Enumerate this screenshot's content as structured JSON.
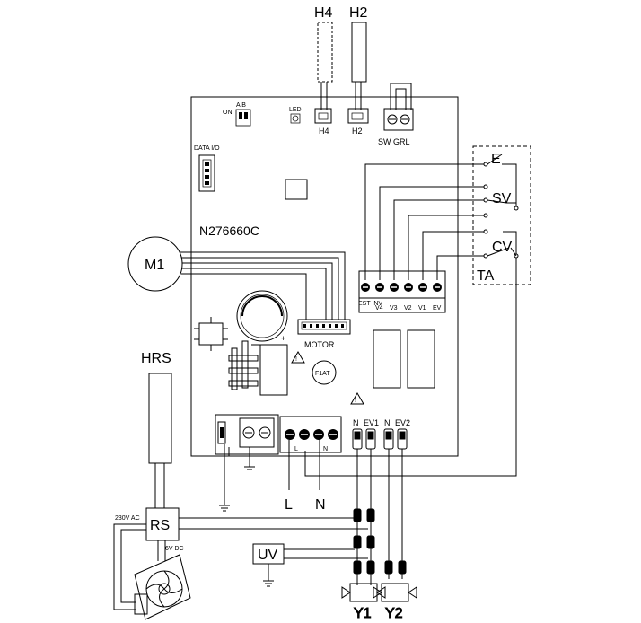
{
  "sensors": {
    "h4": "H4",
    "h2": "H2",
    "hrs": "HRS"
  },
  "board": {
    "model": "N276660C",
    "dip_switch": {
      "on_label": "ON",
      "ab_label": "A B"
    },
    "led": "LED",
    "connectors": {
      "h4": "H4",
      "h2": "H2",
      "sw_grl": "SW GRL",
      "data_io": "DATA I/O",
      "motor": "MOTOR"
    },
    "fuse": "F1AT",
    "terminals": [
      "EST INV",
      "V4",
      "V3",
      "V2",
      "V1",
      "EV"
    ],
    "power_terminals": [
      "L",
      "N"
    ],
    "outputs": [
      "N",
      "EV1",
      "N",
      "EV2"
    ]
  },
  "motor": "M1",
  "control": {
    "e": "E",
    "sv": "SV",
    "cv": "CV",
    "ta": "TA"
  },
  "mains": {
    "l": "L",
    "n": "N"
  },
  "supply": {
    "rs": "RS",
    "ac": "230V AC",
    "dc": "6V DC"
  },
  "uv": "UV",
  "valves": {
    "y1": "Y1",
    "y2": "Y2"
  }
}
